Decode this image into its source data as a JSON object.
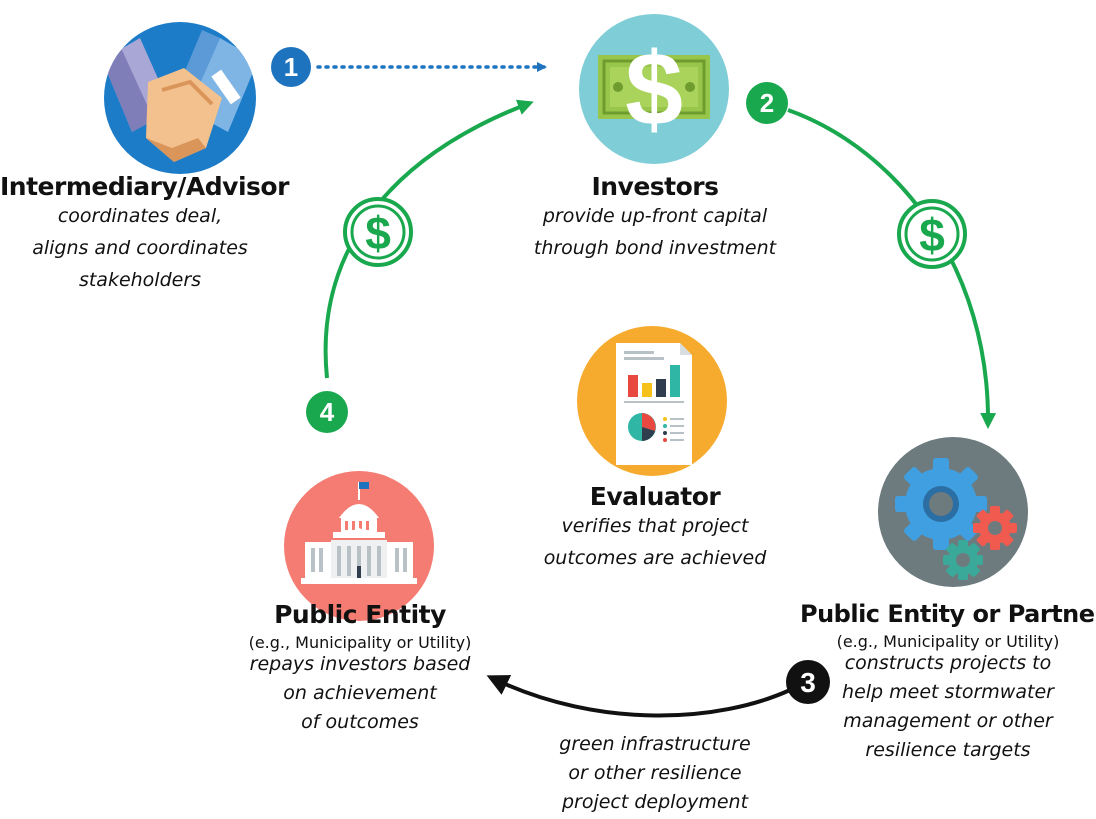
{
  "colors": {
    "blue": "#1e73be",
    "green": "#1aa84f",
    "black": "#111111",
    "teal": "#7fcdd6",
    "orange": "#f6ab2f",
    "coral": "#f47c73",
    "gray": "#6d7b7f",
    "handshake_blue": "#1c7cc8"
  },
  "steps": [
    "1",
    "2",
    "3",
    "4"
  ],
  "currency_symbol": "$",
  "nodes": {
    "advisor": {
      "title": "Intermediary/Advisor",
      "desc": [
        "coordinates deal,",
        "aligns and coordinates",
        "stakeholders"
      ],
      "icon": "handshake-icon"
    },
    "investors": {
      "title": "Investors",
      "desc": [
        "provide up-front capital",
        "through bond investment"
      ],
      "icon": "dollar-bill-icon"
    },
    "evaluator": {
      "title": "Evaluator",
      "desc": [
        "verifies that project",
        "outcomes are achieved"
      ],
      "icon": "report-chart-icon"
    },
    "public_entity": {
      "title": "Public Entity",
      "subtitle": "(e.g., Municipality or Utility)",
      "desc": [
        "repays investors based",
        "on achievement",
        "of outcomes"
      ],
      "icon": "capitol-building-icon"
    },
    "partner": {
      "title": "Public Entity or Partner",
      "subtitle": "(e.g., Municipality or Utility)",
      "desc": [
        "constructs projects to",
        "help meet stormwater",
        "management or other",
        "resilience targets"
      ],
      "icon": "gears-icon"
    }
  },
  "deployment_label": [
    "green infrastructure",
    "or other resilience",
    "project deployment"
  ]
}
